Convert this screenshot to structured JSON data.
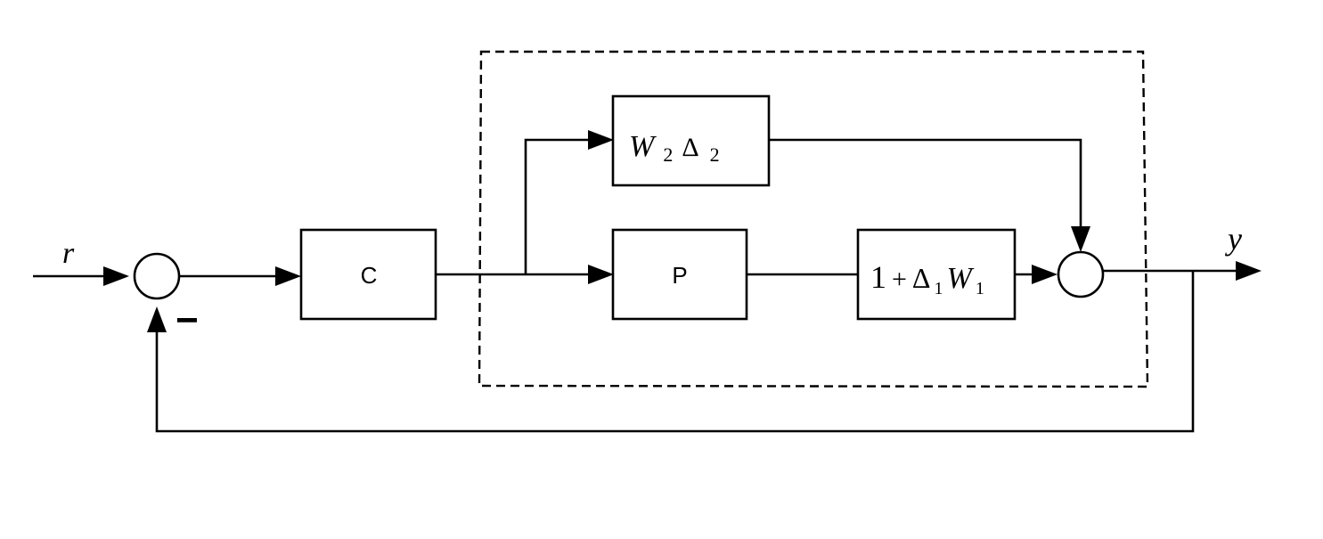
{
  "diagram": {
    "signals": {
      "reference": "r",
      "output": "y"
    },
    "feedback_sign": "−",
    "blocks": {
      "controller": "C",
      "plant": "P",
      "additive_uncertainty": {
        "W": "W",
        "W_sub": "2",
        "delta": "Δ",
        "delta_sub": "2"
      },
      "multiplicative_uncertainty": {
        "one": "1",
        "plus": "+",
        "delta": "Δ",
        "delta_sub": "1",
        "W": "W",
        "W_sub": "1"
      }
    }
  }
}
